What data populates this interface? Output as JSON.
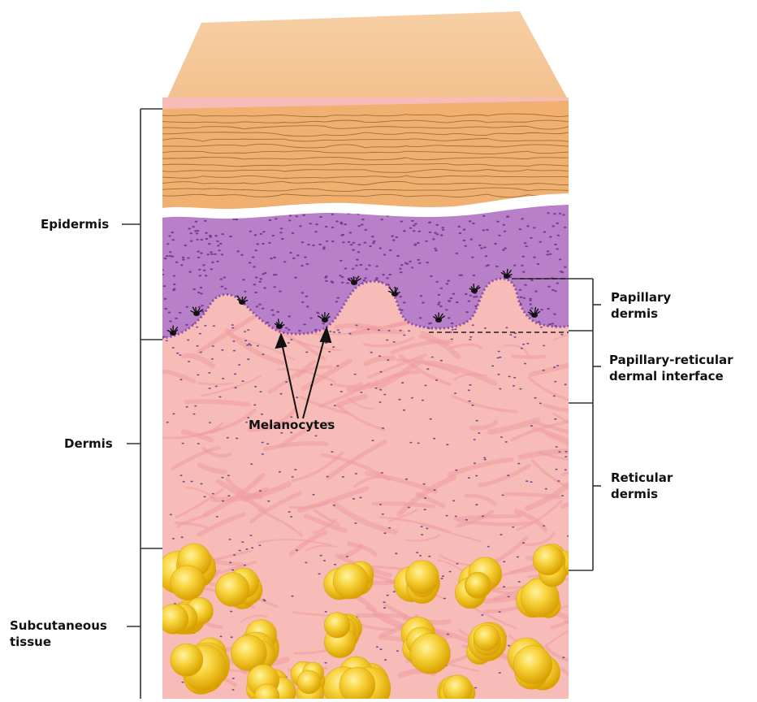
{
  "labels": {
    "epidermis": "Epidermis",
    "dermis": "Dermis",
    "subcutaneous": [
      "Subcutaneous",
      "tissue"
    ],
    "melanocytes": "Melanocytes",
    "papillary_dermis": [
      "Papillary",
      "dermis"
    ],
    "interface": [
      "Papillary-reticular",
      "dermal interface"
    ],
    "reticular_dermis": [
      "Reticular",
      "dermis"
    ]
  },
  "colors": {
    "top_surface": "#f5c89a",
    "stratum_corneum": "#f0b070",
    "corneum_line": "#8a5a2a",
    "epidermis_layer": "#b880c8",
    "epidermis_dot": "#7a3a98",
    "dermis": "#f7bcb8",
    "dermis_fiber": "#f19aa0",
    "dermis_dot": "#5a3c8c",
    "fat": "#f7d23a",
    "fat_highlight": "#fff080",
    "fat_shade": "#d9a000",
    "bracket": "#333333",
    "melanocyte": "#111111"
  }
}
